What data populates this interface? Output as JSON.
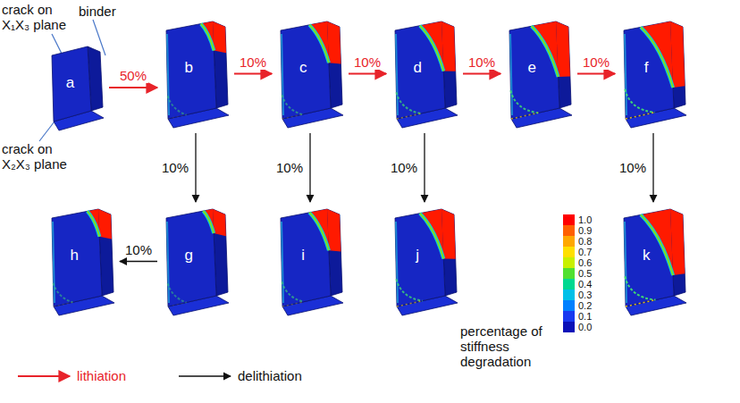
{
  "diagram": {
    "nodes": [
      {
        "text": [
          "a"
        ]
      },
      {
        "text": [
          "b"
        ]
      },
      {
        "text": [
          "c"
        ]
      },
      {
        "text": [
          "d"
        ]
      },
      {
        "text": [
          "e"
        ]
      },
      {
        "text": [
          "f"
        ]
      },
      {
        "text": [
          "h"
        ]
      },
      {
        "text": [
          "g"
        ]
      },
      {
        "text": [
          "i"
        ]
      },
      {
        "text": [
          "j"
        ]
      },
      {
        "text": [
          "k"
        ]
      }
    ],
    "edges": [
      {
        "from": 0,
        "to": 1,
        "arrow": "to",
        "label": "50%"
      },
      {
        "from": 1,
        "to": 2,
        "arrow": "to",
        "label": "10%"
      },
      {
        "from": 2,
        "to": 3,
        "arrow": "to",
        "label": "10%"
      },
      {
        "from": 3,
        "to": 4,
        "arrow": "to",
        "label": "10%"
      },
      {
        "from": 4,
        "to": 5,
        "arrow": "to",
        "label": "10%"
      },
      {
        "from": 1,
        "to": 7,
        "arrow": "to",
        "label": "10%"
      },
      {
        "from": 7,
        "to": 6,
        "arrow": "to",
        "label": "10%"
      },
      {
        "from": 2,
        "to": 8,
        "arrow": "to",
        "label": "10%"
      },
      {
        "from": 3,
        "to": 9,
        "arrow": "to",
        "label": "10%"
      },
      {
        "from": 5,
        "to": 10,
        "arrow": "to",
        "label": "10%"
      }
    ],
    "labels": [
      "crack on X₁X₃ plane",
      "binder",
      "crack on X₂X₃ plane",
      "percentage of stiffness degradation"
    ],
    "legend": [
      {
        "text": "lithiation"
      },
      {
        "text": "delithiation"
      },
      {
        "text": "1.0",
        "color": "#ff0000"
      },
      {
        "text": "0.9",
        "color": "#ff6000"
      },
      {
        "text": "0.8",
        "color": "#ffa800"
      },
      {
        "text": "0.7",
        "color": "#ffe000"
      },
      {
        "text": "0.6",
        "color": "#c8f000"
      },
      {
        "text": "0.5",
        "color": "#50e030"
      },
      {
        "text": "0.4",
        "color": "#00d890"
      },
      {
        "text": "0.3",
        "color": "#00c0e8"
      },
      {
        "text": "0.2",
        "color": "#0080ff"
      },
      {
        "text": "0.1",
        "color": "#1838f0"
      },
      {
        "text": "0.0",
        "color": "#0a10b8"
      }
    ]
  }
}
